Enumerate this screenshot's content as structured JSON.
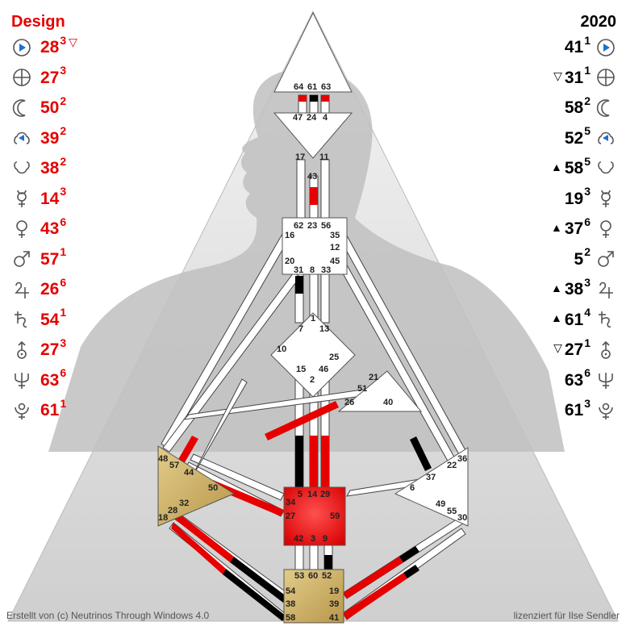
{
  "design": {
    "title": "Design",
    "rows": [
      {
        "planet": "sun-icon",
        "gate": "28",
        "line": "3",
        "mark": "▽"
      },
      {
        "planet": "earth-icon",
        "gate": "27",
        "line": "3",
        "mark": ""
      },
      {
        "planet": "moon-icon",
        "gate": "50",
        "line": "2",
        "mark": ""
      },
      {
        "planet": "north-node-icon",
        "gate": "39",
        "line": "2",
        "mark": ""
      },
      {
        "planet": "south-node-icon",
        "gate": "38",
        "line": "2",
        "mark": ""
      },
      {
        "planet": "mercury-icon",
        "gate": "14",
        "line": "3",
        "mark": ""
      },
      {
        "planet": "venus-icon",
        "gate": "43",
        "line": "6",
        "mark": ""
      },
      {
        "planet": "mars-icon",
        "gate": "57",
        "line": "1",
        "mark": ""
      },
      {
        "planet": "jupiter-icon",
        "gate": "26",
        "line": "6",
        "mark": ""
      },
      {
        "planet": "saturn-icon",
        "gate": "54",
        "line": "1",
        "mark": ""
      },
      {
        "planet": "uranus-icon",
        "gate": "27",
        "line": "3",
        "mark": ""
      },
      {
        "planet": "neptune-icon",
        "gate": "63",
        "line": "6",
        "mark": ""
      },
      {
        "planet": "pluto-icon",
        "gate": "61",
        "line": "1",
        "mark": ""
      }
    ]
  },
  "personality": {
    "title": "2020",
    "rows": [
      {
        "planet": "sun-icon",
        "gate": "41",
        "line": "1",
        "mark": ""
      },
      {
        "planet": "earth-icon",
        "gate": "31",
        "line": "1",
        "mark": "▽"
      },
      {
        "planet": "moon-icon",
        "gate": "58",
        "line": "2",
        "mark": ""
      },
      {
        "planet": "north-node-icon",
        "gate": "52",
        "line": "5",
        "mark": ""
      },
      {
        "planet": "south-node-icon",
        "gate": "58",
        "line": "5",
        "mark": "▲"
      },
      {
        "planet": "mercury-icon",
        "gate": "19",
        "line": "3",
        "mark": ""
      },
      {
        "planet": "venus-icon",
        "gate": "37",
        "line": "6",
        "mark": "▲"
      },
      {
        "planet": "mars-icon",
        "gate": "5",
        "line": "2",
        "mark": ""
      },
      {
        "planet": "jupiter-icon",
        "gate": "38",
        "line": "3",
        "mark": "▲"
      },
      {
        "planet": "saturn-icon",
        "gate": "61",
        "line": "4",
        "mark": "▲"
      },
      {
        "planet": "uranus-icon",
        "gate": "27",
        "line": "1",
        "mark": "▽"
      },
      {
        "planet": "neptune-icon",
        "gate": "63",
        "line": "6",
        "mark": ""
      },
      {
        "planet": "pluto-icon",
        "gate": "61",
        "line": "3",
        "mark": ""
      }
    ]
  },
  "centers": {
    "head": {
      "defined": false,
      "gates": [
        "64",
        "61",
        "63"
      ]
    },
    "ajna": {
      "defined": false,
      "gates": [
        "47",
        "24",
        "4",
        "17",
        "11",
        "43"
      ]
    },
    "throat": {
      "defined": false,
      "gates": [
        "62",
        "23",
        "56",
        "16",
        "35",
        "12",
        "20",
        "45",
        "31",
        "8",
        "33"
      ]
    },
    "g": {
      "defined": false,
      "gates": [
        "1",
        "7",
        "13",
        "10",
        "25",
        "15",
        "46",
        "2"
      ]
    },
    "ego": {
      "defined": false,
      "gates": [
        "21",
        "51",
        "26",
        "40"
      ]
    },
    "spleen": {
      "defined": true,
      "gates": [
        "48",
        "57",
        "44",
        "50",
        "32",
        "28",
        "18"
      ]
    },
    "sacral": {
      "defined": true,
      "gates": [
        "5",
        "14",
        "29",
        "34",
        "27",
        "59",
        "42",
        "3",
        "9"
      ]
    },
    "solar_plexus": {
      "defined": false,
      "gates": [
        "36",
        "22",
        "37",
        "6",
        "49",
        "55",
        "30"
      ]
    },
    "root": {
      "defined": true,
      "gates": [
        "53",
        "60",
        "52",
        "54",
        "19",
        "38",
        "39",
        "58",
        "41"
      ]
    }
  },
  "colors": {
    "design": "#e60000",
    "personality": "#000000",
    "spleen_root": "#c8a95a",
    "sacral": "#f11111",
    "background": "#dddddd",
    "head_silhouette": "#bdbdbd"
  },
  "footer": {
    "left": "Erstellt von (c) Neutrinos Through Windows 4.0",
    "right": "lizenziert für Ilse Sendler"
  }
}
